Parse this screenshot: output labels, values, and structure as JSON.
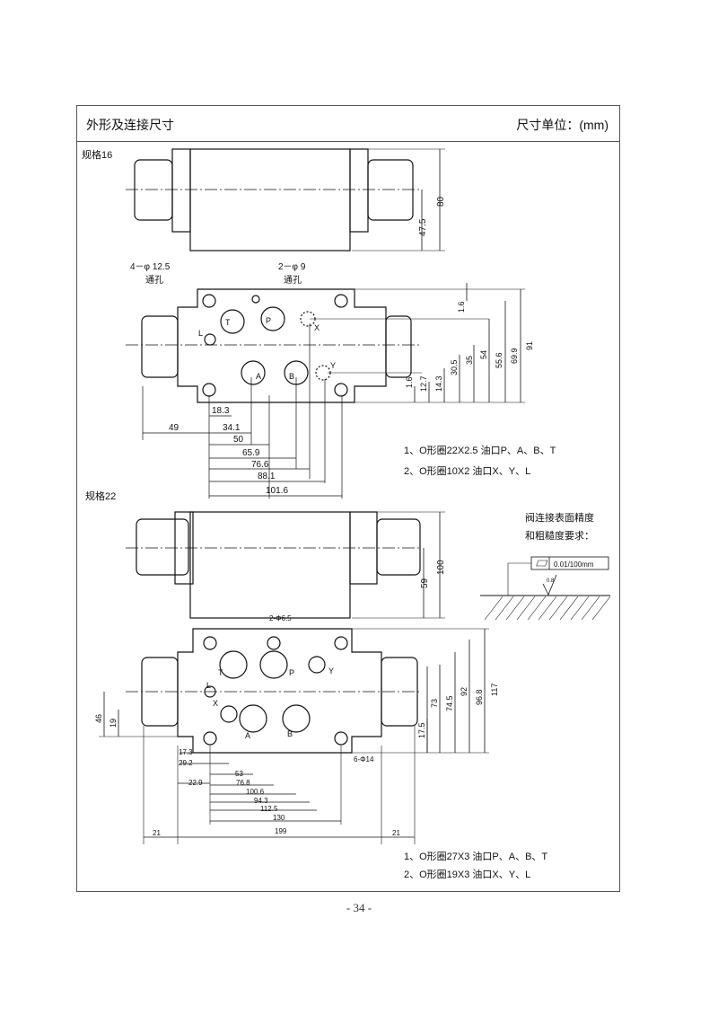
{
  "header": {
    "title": "外形及连接尺寸",
    "unit": "尺寸单位：(mm)"
  },
  "size16": {
    "label": "规格16",
    "front_dims": [
      "80",
      "47.5"
    ],
    "hole_labels": [
      "4－φ 12.5",
      "通孔",
      "2－φ 9",
      "通孔"
    ],
    "port_labels": [
      "T",
      "P",
      "X",
      "L",
      "A",
      "B",
      "Y"
    ],
    "vertical_dims": [
      "1.6",
      "30.5",
      "35",
      "54",
      "55.6",
      "69.9",
      "91",
      "1.6",
      "12.7",
      "14.3"
    ],
    "horizontal_dims": [
      "18.3",
      "49",
      "34.1",
      "50",
      "65.9",
      "76.6",
      "88.1",
      "101.6"
    ],
    "notes": [
      "1、O形圈22X2.5 油口P、A、B、T",
      "2、O形圈10X2 油口X、Y、L"
    ]
  },
  "size22": {
    "label": "规格22",
    "front_dims": [
      "100",
      "59"
    ],
    "hole_labels": [
      "2-Φ6.5",
      "6-Φ14"
    ],
    "port_labels": [
      "L",
      "T",
      "P",
      "Y",
      "X",
      "A",
      "B"
    ],
    "vertical_dims": [
      "73",
      "74.5",
      "92",
      "96.8",
      "117",
      "17.5",
      "46",
      "19"
    ],
    "horizontal_dims": [
      "17.3",
      "29.2",
      "53",
      "22.9",
      "76.8",
      "100.6",
      "94.3",
      "112.5",
      "130",
      "21",
      "199",
      "21"
    ],
    "notes": [
      "1、O形圈27X3 油口P、A、B、T",
      "2、O形圈19X3 油口X、Y、L"
    ]
  },
  "surface_req": {
    "title_line1": "阀连接表面精度",
    "title_line2": "和粗糙度要求：",
    "tolerance": "0.01/100mm",
    "roughness": "0.8"
  },
  "page_number": "- 34 -"
}
